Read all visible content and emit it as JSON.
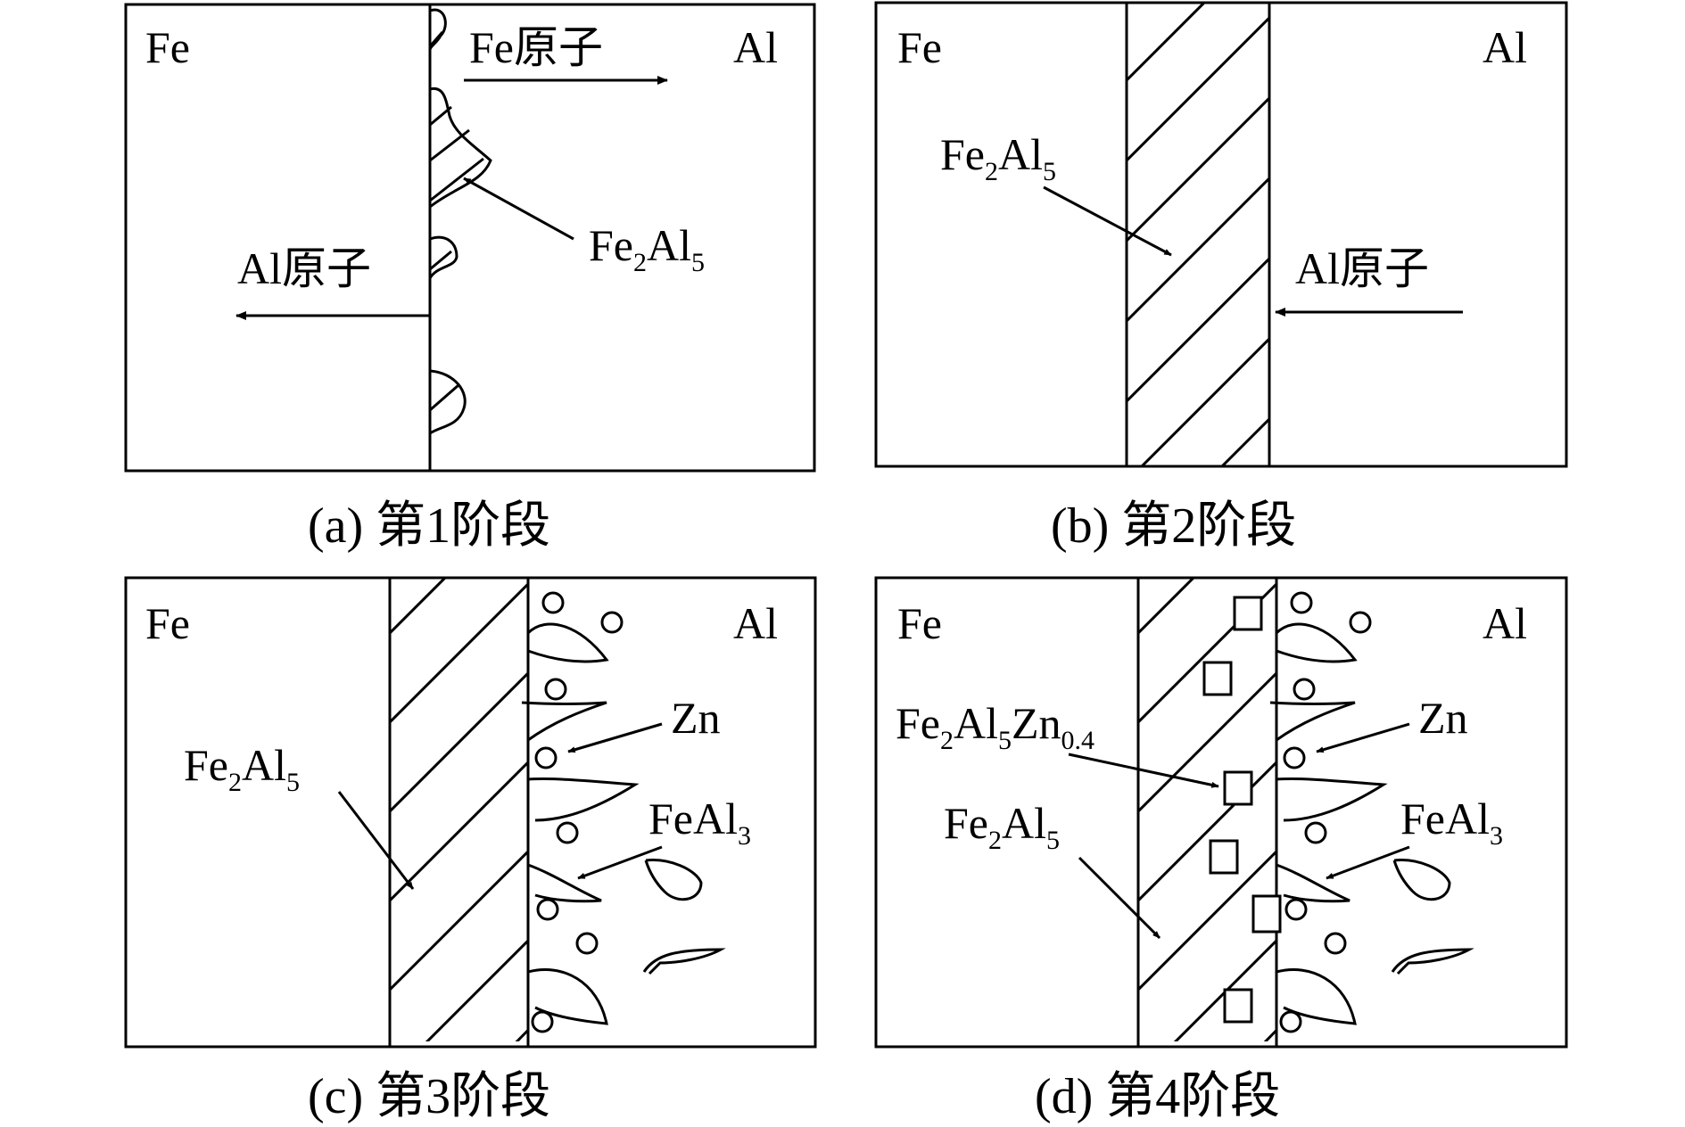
{
  "panels": {
    "a": {
      "fe": "Fe",
      "al": "Al",
      "fe_atom": "Fe原子",
      "al_atom": "Al原子",
      "phase": {
        "a": "Fe",
        "s1": "2",
        "b": "Al",
        "s2": "5"
      },
      "caption": "(a) 第1阶段"
    },
    "b": {
      "fe": "Fe",
      "al": "Al",
      "al_atom": "Al原子",
      "phase": {
        "a": "Fe",
        "s1": "2",
        "b": "Al",
        "s2": "5"
      },
      "caption": "(b) 第2阶段"
    },
    "c": {
      "fe": "Fe",
      "al": "Al",
      "phase": {
        "a": "Fe",
        "s1": "2",
        "b": "Al",
        "s2": "5"
      },
      "zn": "Zn",
      "feal3": {
        "a": "FeAl",
        "s": "3"
      },
      "caption": "(c) 第3阶段"
    },
    "d": {
      "fe": "Fe",
      "al": "Al",
      "phase": {
        "a": "Fe",
        "s1": "2",
        "b": "Al",
        "s2": "5"
      },
      "phase_zn": {
        "a": "Fe",
        "s1": "2",
        "b": "Al",
        "s2": "5",
        "c": "Zn",
        "s3": "0.4"
      },
      "zn": "Zn",
      "feal3": {
        "a": "FeAl",
        "s": "3"
      },
      "caption": "(d) 第4阶段"
    }
  }
}
